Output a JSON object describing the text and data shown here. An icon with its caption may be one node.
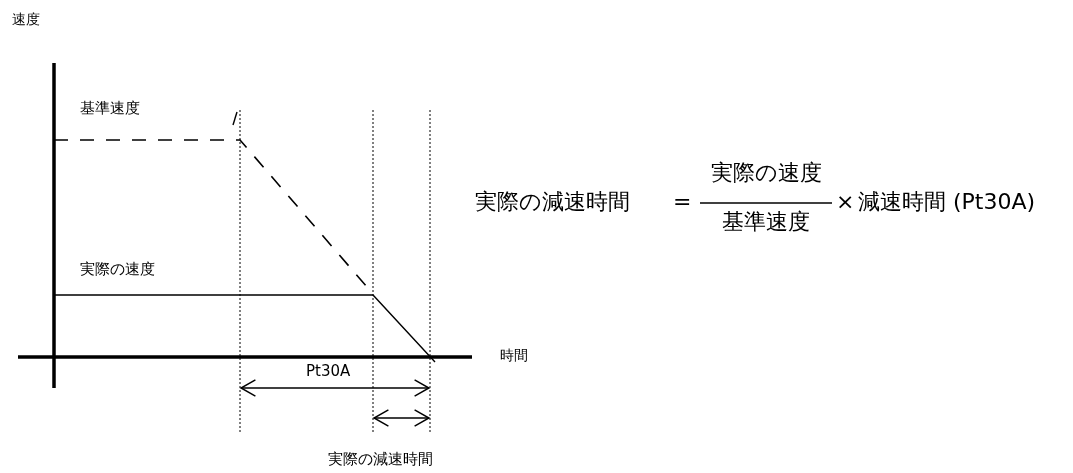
{
  "diagram": {
    "labels": [
      "速度",
      "基準速度",
      "実際の減速時間",
      "=",
      "実際の速度",
      "基準速度",
      "×",
      "減速時間 (Pt30A)",
      "実際の速度",
      "時間",
      "Pt30A",
      "実際の減速時間"
    ]
  }
}
